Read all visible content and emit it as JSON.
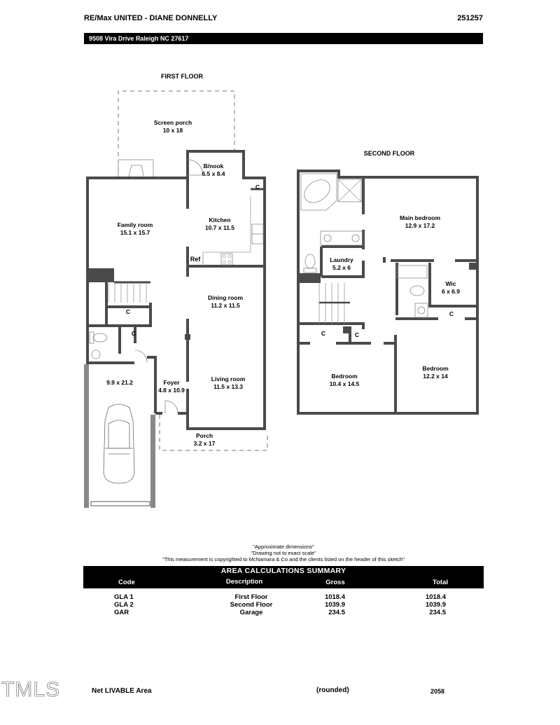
{
  "header": {
    "company": "RE/Max UNITED - DIANE DONNELLY",
    "file_number": "251257",
    "address": "9508 Vira Drive Raleigh NC 27617"
  },
  "first_floor": {
    "title": "FIRST FLOOR",
    "rooms": [
      {
        "name": "Screen porch",
        "dims": "10 x 18"
      },
      {
        "name": "B/nook",
        "dims": "6.5 x 8.4"
      },
      {
        "name": "Family room",
        "dims": "15.1 x 15.7"
      },
      {
        "name": "Kitchen",
        "dims": "10.7 x 11.5"
      },
      {
        "name": "Dining room",
        "dims": "11.2 x 11.5"
      },
      {
        "name": "Living room",
        "dims": "11.5 x 13.3"
      },
      {
        "name": "Foyer",
        "dims": "4.8 x 10.9"
      },
      {
        "name": "Porch",
        "dims": "3.2 x 17"
      },
      {
        "name": "",
        "dims": "9.9 x 21.2"
      }
    ],
    "labels": {
      "ref": "Ref",
      "closet": "C"
    }
  },
  "second_floor": {
    "title": "SECOND FLOOR",
    "rooms": [
      {
        "name": "Main bedroom",
        "dims": "12.9 x 17.2"
      },
      {
        "name": "Laundry",
        "dims": "5.2 x 6"
      },
      {
        "name": "Wic",
        "dims": "6 x 6.9"
      },
      {
        "name": "Bedroom",
        "dims": "10.4 x 14.5"
      },
      {
        "name": "Bedroom",
        "dims": "12.2 x 14"
      }
    ],
    "labels": {
      "closet": "C"
    }
  },
  "notes": [
    "\"Approximate dimensions\"",
    "\"Drawing not to exact scale\"",
    "\"This measurement is copyrighted to McNamara & Co and the clients listed on the header of this sketch\""
  ],
  "area_summary": {
    "title": "AREA CALCULATIONS SUMMARY",
    "columns": [
      "Code",
      "Description",
      "Gross",
      "Total"
    ],
    "rows": [
      {
        "code": "GLA 1",
        "description": "First Floor",
        "gross": "1018.4",
        "total": "1018.4"
      },
      {
        "code": "GLA 2",
        "description": "Second Floor",
        "gross": "1039.9",
        "total": "1039.9"
      },
      {
        "code": "GAR",
        "description": "Garage",
        "gross": "234.5",
        "total": "234.5"
      }
    ]
  },
  "footer": {
    "logo": "TMLS",
    "net_label": "Net LIVABLE Area",
    "rounded_label": "(rounded)",
    "net_value": "2058"
  },
  "colors": {
    "wall": "#4a4a4a",
    "fixture": "#999999",
    "bar": "#000000"
  }
}
